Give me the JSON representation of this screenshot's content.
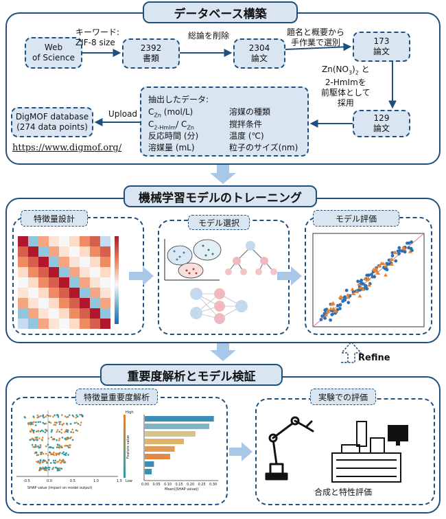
{
  "section1": {
    "title": "データベース構築",
    "wos": [
      "Web",
      "of Science"
    ],
    "wos_label": [
      "キーワード:",
      "ZIF-8 size"
    ],
    "n2392": "2392",
    "unit_docs": "書類",
    "dedup_label": "総論を削除",
    "n2304": "2304",
    "unit_paper": "論文",
    "select_label": [
      "題名と概要から",
      "手作業で選別"
    ],
    "n173": "173",
    "precursor_label": [
      "前駆体として",
      "採用"
    ],
    "n129": "129",
    "extract_title": "抽出したデータ:",
    "extract_left": [
      "C(Zn) (mol/L)",
      "C(2-Hmlm)/C(Zn)",
      "反応時間 (分)",
      "溶媒量 (mL)"
    ],
    "extract_right": [
      "溶媒の種類",
      "撹拌条件",
      "温度 (℃)",
      "粒子のサイズ(nm)"
    ],
    "upload": "Upload",
    "digmof": [
      "DigMOF database",
      "(274 data points)"
    ],
    "url": "https://www.digmof.org/"
  },
  "section2": {
    "title": "機械学習モデルのトレーニング",
    "feature_design": "特徴量設計",
    "model_select": "モデル選択",
    "model_eval": "モデル評価"
  },
  "refine": "Refine",
  "section3": {
    "title": "重要度解析とモデル検証",
    "feature_importance": "特徴量重要度解析",
    "experiment": "実験での評価",
    "synthesis": "合成と特性評価",
    "shap_xlabel": "SHAP value (impact on model output)",
    "shap_ticks": [
      "-0.5",
      "0.0",
      "0.5",
      "1.0",
      "1.5"
    ],
    "bar_xlabel": "Mean(|SHAP value|)",
    "bar_ticks": [
      "0.00",
      "0.05",
      "0.10",
      "0.15",
      "0.20",
      "0.25",
      "0.30"
    ],
    "feature_value": "Feature value",
    "high": "High",
    "low": "Low"
  },
  "colors": {
    "frame": "#1e4f7e",
    "fill": "#d9e6f2",
    "arrow": "#a9c8e8"
  }
}
